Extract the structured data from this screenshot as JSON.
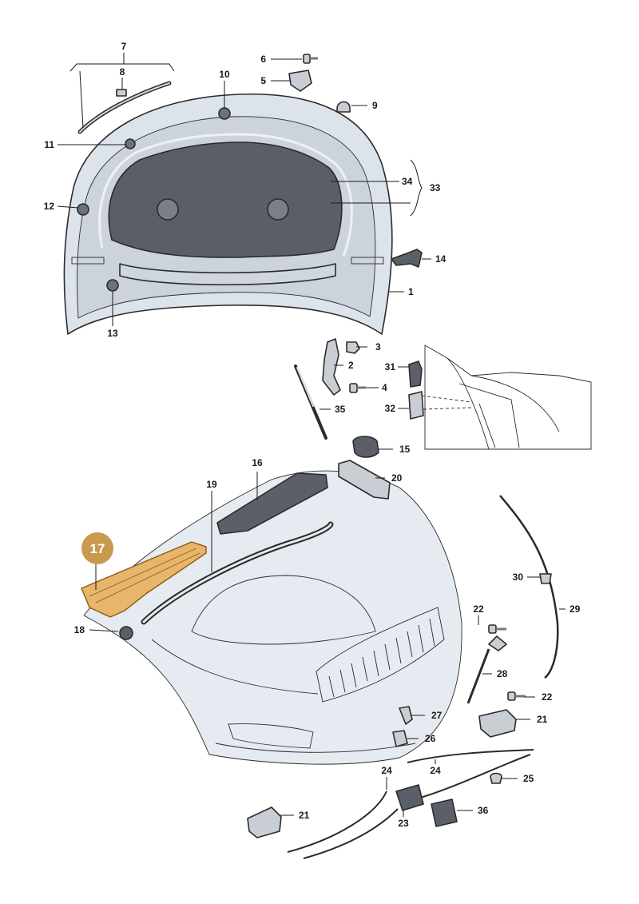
{
  "labels": {
    "l1": "1",
    "l2": "2",
    "l3": "3",
    "l4": "4",
    "l5": "5",
    "l6": "6",
    "l7": "7",
    "l8": "8",
    "l9": "9",
    "l10": "10",
    "l11": "11",
    "l12": "12",
    "l13": "13",
    "l14": "14",
    "l15": "15",
    "l16": "16",
    "l17": "17",
    "l18": "18",
    "l19": "19",
    "l20": "20",
    "l21a": "21",
    "l21b": "21",
    "l22a": "22",
    "l22b": "22",
    "l23": "23",
    "l24a": "24",
    "l24b": "24",
    "l25": "25",
    "l26": "26",
    "l27": "27",
    "l28": "28",
    "l29": "29",
    "l30": "30",
    "l31": "31",
    "l32": "32",
    "l33": "33",
    "l34": "34",
    "l35": "35",
    "l36": "36"
  },
  "colors": {
    "highlight": "#c89a4e",
    "highlight_fill": "#e8b66a",
    "line": "#1a1a1a",
    "panel": "#dde3ea"
  }
}
